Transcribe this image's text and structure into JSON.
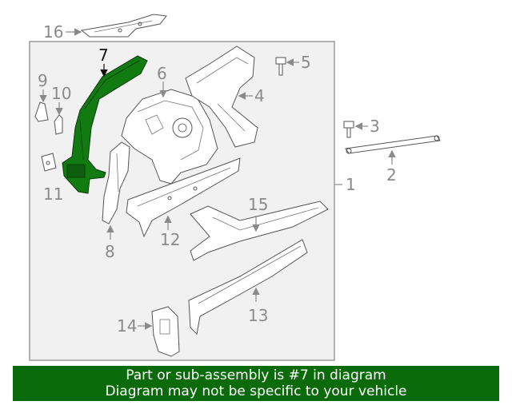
{
  "callouts": {
    "c1": "1",
    "c2": "2",
    "c3": "3",
    "c4": "4",
    "c5": "5",
    "c6": "6",
    "c7": "7",
    "c8": "8",
    "c9": "9",
    "c10": "10",
    "c11": "11",
    "c12": "12",
    "c13": "13",
    "c14": "14",
    "c15": "15",
    "c16": "16"
  },
  "highlight_part": "7",
  "colors": {
    "highlight": "#117a11",
    "banner": "#0b6b0b",
    "panel": "#f1f1f1",
    "line": "#8a8a8a"
  },
  "banner": {
    "line1": "Part or sub-assembly is #7 in diagram",
    "line2": "Diagram may not be specific to your vehicle"
  }
}
